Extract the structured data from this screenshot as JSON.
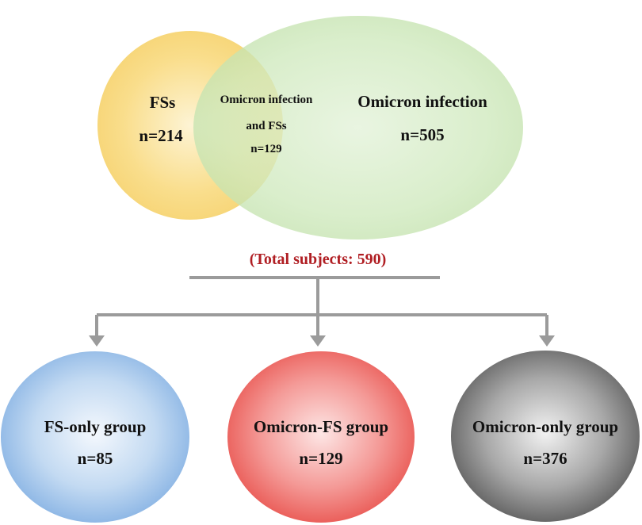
{
  "venn": {
    "left": {
      "title": "FSs",
      "count": "n=214"
    },
    "overlap": {
      "line1": "Omicron infection",
      "line2": "and FSs",
      "count": "n=129"
    },
    "right": {
      "title": "Omicron infection",
      "count": "n=505"
    }
  },
  "total": {
    "label": "(Total subjects: 590)"
  },
  "groups": [
    {
      "title": "FS-only group",
      "count": "n=85"
    },
    {
      "title": "Omicron-FS group",
      "count": "n=129"
    },
    {
      "title": "Omicron-only group",
      "count": "n=376"
    }
  ],
  "colors": {
    "fs_circle": "#f8d573",
    "omicron_circle": "#c9e6b5",
    "total_text": "#b01e23",
    "connector": "#9b9b9b",
    "group_blue": "#8fb8e6",
    "group_red": "#ee5a55",
    "group_gray": "#5e5e5e"
  }
}
